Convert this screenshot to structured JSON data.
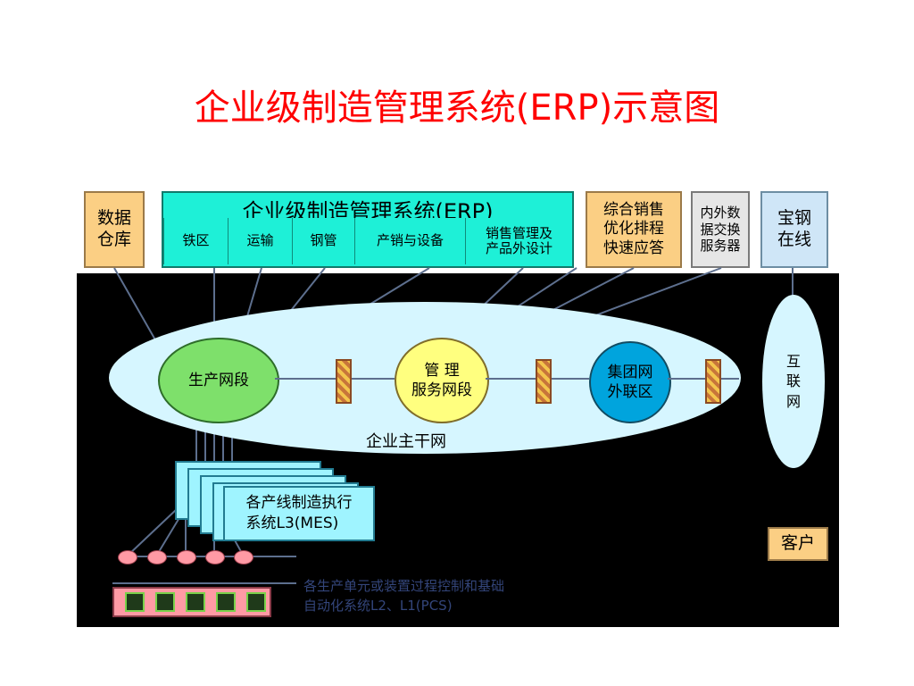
{
  "title": "企业级制造管理系统(ERP)示意图",
  "top_boxes": {
    "data_warehouse": "数据\n仓库",
    "erp_title": "企业级制造管理系统(ERP)",
    "erp_items": [
      "铁区",
      "运输",
      "钢管",
      "产销与设备",
      "销售管理及\n产品外设计"
    ],
    "sales_optimization": "综合销售\n优化排程\n快速应答",
    "exchange_server": "内外数\n据交换\n服务器",
    "baosteel_online": "宝钢\n在线"
  },
  "network": {
    "production_segment": "生产网段",
    "management_segment": "管 理\n服务网段",
    "group_extranet": "集团网\n外联区",
    "backbone_label": "企业主干网",
    "internet": "互\n联\n网"
  },
  "mes_label": "各产线制造执行\n系统L3(MES)",
  "customer_label": "客户",
  "pcs_label": "各生产单元或装置过程控制和基础\n自动化系统L2、L1(PCS)",
  "colors": {
    "title": "#ff0000",
    "background": "#000000",
    "erp": "#1ef0d7",
    "orange_box": "#fbcf84",
    "backbone": "#d6f6ff",
    "production": "#7ee06b",
    "management": "#ffff7f",
    "group": "#00a4dd",
    "mes": "#9ff4ff",
    "customer": "#fbcf84"
  }
}
